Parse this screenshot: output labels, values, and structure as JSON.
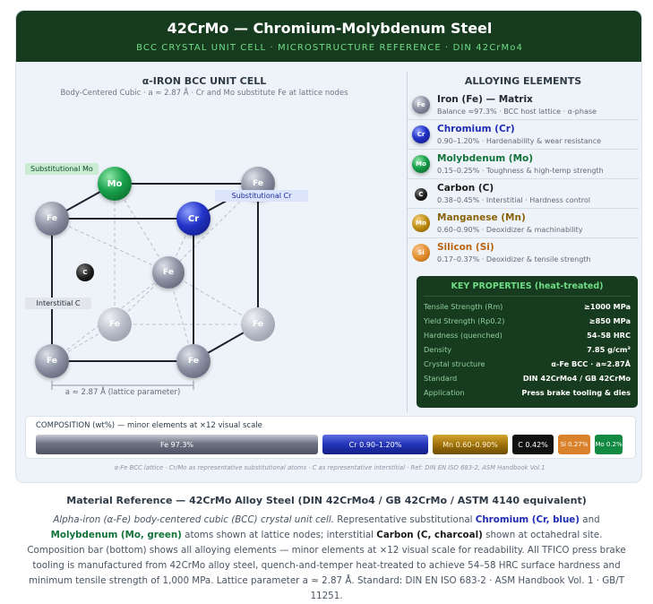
{
  "header": {
    "title": "42CrMo — Chromium-Molybdenum Steel",
    "subtitle": "BCC CRYSTAL UNIT CELL · MICROSTRUCTURE REFERENCE · DIN 42CrMo4"
  },
  "unit_cell": {
    "title": "α-IRON BCC UNIT CELL",
    "subtitle": "Body-Centered Cubic · a ≈ 2.87 Å · Cr and Mo substitute Fe at lattice nodes",
    "atoms": {
      "fe": "Fe",
      "cr": "Cr",
      "mo": "Mo",
      "c": "C"
    },
    "labels": {
      "mo": "Substitutional Mo",
      "cr": "Substitutional Cr",
      "c": "Interstitial C"
    },
    "lattice_label": "a ≈ 2.87 Å (lattice parameter)"
  },
  "alloying": {
    "title": "ALLOYING ELEMENTS",
    "items": [
      {
        "symbol": "Fe",
        "name": "Iron (Fe) — Matrix",
        "desc": "Balance ≈97.3% · BCC host lattice · α-phase",
        "color": "#1f2933"
      },
      {
        "symbol": "Cr",
        "name": "Chromium (Cr)",
        "desc": "0.90–1.20% · Hardenability & wear resistance",
        "color": "#1f2db4"
      },
      {
        "symbol": "Mo",
        "name": "Molybdenum (Mo)",
        "desc": "0.15–0.25% · Toughness & high-temp strength",
        "color": "#12733a"
      },
      {
        "symbol": "C",
        "name": "Carbon (C)",
        "desc": "0.38–0.45% · Interstitial · Hardness control",
        "color": "#1a1a1a"
      },
      {
        "symbol": "Mn",
        "name": "Manganese (Mn)",
        "desc": "0.60–0.90% · Deoxidizer & machinability",
        "color": "#8a6208"
      },
      {
        "symbol": "Si",
        "name": "Silicon (Si)",
        "desc": "0.17–0.37% · Deoxidizer & tensile strength",
        "color": "#b8640f"
      }
    ]
  },
  "properties": {
    "title": "KEY PROPERTIES (heat-treated)",
    "rows": [
      {
        "label": "Tensile Strength (Rm)",
        "value": "≥1000 MPa"
      },
      {
        "label": "Yield Strength (Rp0.2)",
        "value": "≥850 MPa"
      },
      {
        "label": "Hardness (quenched)",
        "value": "54–58 HRC"
      },
      {
        "label": "Density",
        "value": "7.85 g/cm³"
      },
      {
        "label": "Crystal structure",
        "value": "α-Fe BCC · a≈2.87Å"
      },
      {
        "label": "Standard",
        "value": "DIN 42CrMo4 / GB 42CrMo"
      },
      {
        "label": "Application",
        "value": "Press brake tooling & dies"
      }
    ]
  },
  "composition": {
    "title": "COMPOSITION (wt%) — minor elements at ×12 visual scale",
    "segments": [
      {
        "label": "Fe 97.3%",
        "color": "#6b6f80"
      },
      {
        "label": "Cr 0.90–1.20%",
        "color": "#2233b8"
      },
      {
        "label": "Mn 0.60–0.90%",
        "color": "#9a6d08"
      },
      {
        "label": "C 0.42%",
        "color": "#111111"
      },
      {
        "label": "Si 0.27%",
        "color": "#d9822b"
      },
      {
        "label": "Mo 0.2%",
        "color": "#138a41"
      }
    ]
  },
  "footnote": "α-Fe BCC lattice · Cr/Mo as representative substitutional atoms · C as representative interstitial · Ref: DIN EN ISO 683-2, ASM Handbook Vol.1",
  "caption": {
    "title": "Material Reference — 42CrMo Alloy Steel (DIN 42CrMo4 / GB 42CrMo / ASTM 4140 equivalent)",
    "p1": "Alpha-iron (α-Fe) body-centered cubic (BCC) crystal unit cell.",
    "p2": " Representative substitutional ",
    "cr": "Chromium (Cr, blue)",
    "p3": " and ",
    "mo": "Molybdenum (Mo, green)",
    "p4": " atoms shown at lattice nodes; interstitial ",
    "c": "Carbon (C, charcoal)",
    "p5": " shown at octahedral site. Composition bar (bottom) shows all alloying elements — minor elements at ×12 visual scale for readability. All TFICO press brake tooling is manufactured from 42CrMo alloy steel, quench-and-temper heat-treated to achieve 54–58 HRC surface hardness and minimum tensile strength of 1,000 MPa. Lattice parameter a ≈ 2.87 Å. Standard: DIN EN ISO 683-2 · ASM Handbook Vol. 1 · GB/T 11251."
  }
}
